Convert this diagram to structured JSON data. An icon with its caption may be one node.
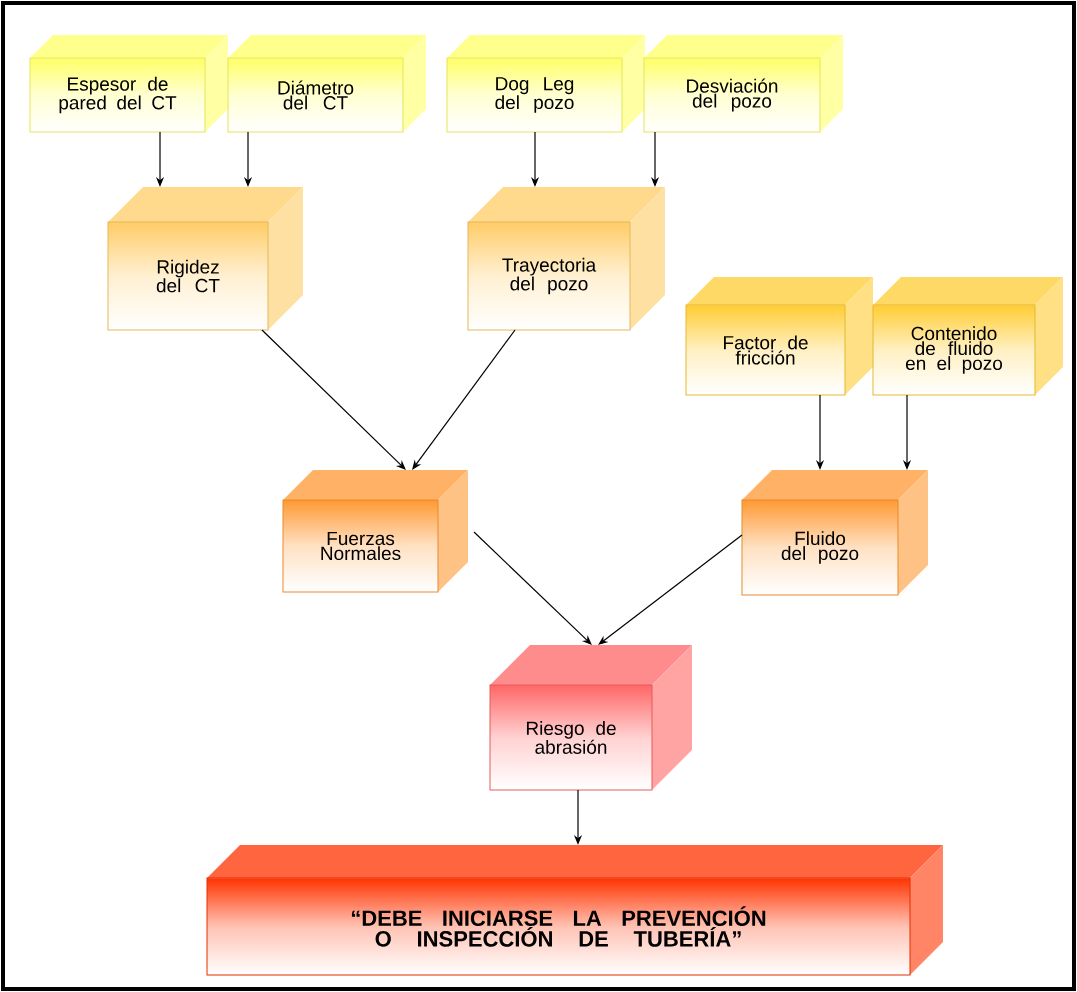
{
  "diagram": {
    "nodes": [
      {
        "text": [
          "Espesor de pared del CT"
        ]
      },
      {
        "text": [
          "Diámetro del CT"
        ]
      },
      {
        "text": [
          "Dog Leg del pozo"
        ]
      },
      {
        "text": [
          "Desviación del pozo"
        ]
      },
      {
        "text": [
          "Rigidez del CT"
        ]
      },
      {
        "text": [
          "Trayectoria del pozo"
        ]
      },
      {
        "text": [
          "Factor de fricción"
        ]
      },
      {
        "text": [
          "Contenido de fluido en el pozo"
        ]
      },
      {
        "text": [
          "Fuerzas Normales"
        ]
      },
      {
        "text": [
          "Fluido del pozo"
        ]
      },
      {
        "text": [
          "Riesgo de abrasión"
        ]
      },
      {
        "text": [
          "“DEBE INICIARSE LA PREVENCIÓN O INSPECCIÓN DE TUBERÍA”"
        ]
      }
    ],
    "edges": [
      {
        "from": 0,
        "to": 4,
        "arrow": "to"
      },
      {
        "from": 1,
        "to": 4,
        "arrow": "to"
      },
      {
        "from": 2,
        "to": 5,
        "arrow": "to"
      },
      {
        "from": 3,
        "to": 5,
        "arrow": "to"
      },
      {
        "from": 6,
        "to": 9,
        "arrow": "to"
      },
      {
        "from": 7,
        "to": 9,
        "arrow": "to"
      },
      {
        "from": 4,
        "to": 8,
        "arrow": "to"
      },
      {
        "from": 5,
        "to": 8,
        "arrow": "to"
      },
      {
        "from": 8,
        "to": 10,
        "arrow": "to"
      },
      {
        "from": 9,
        "to": 10,
        "arrow": "to"
      },
      {
        "from": 10,
        "to": 11,
        "arrow": "to"
      }
    ]
  }
}
